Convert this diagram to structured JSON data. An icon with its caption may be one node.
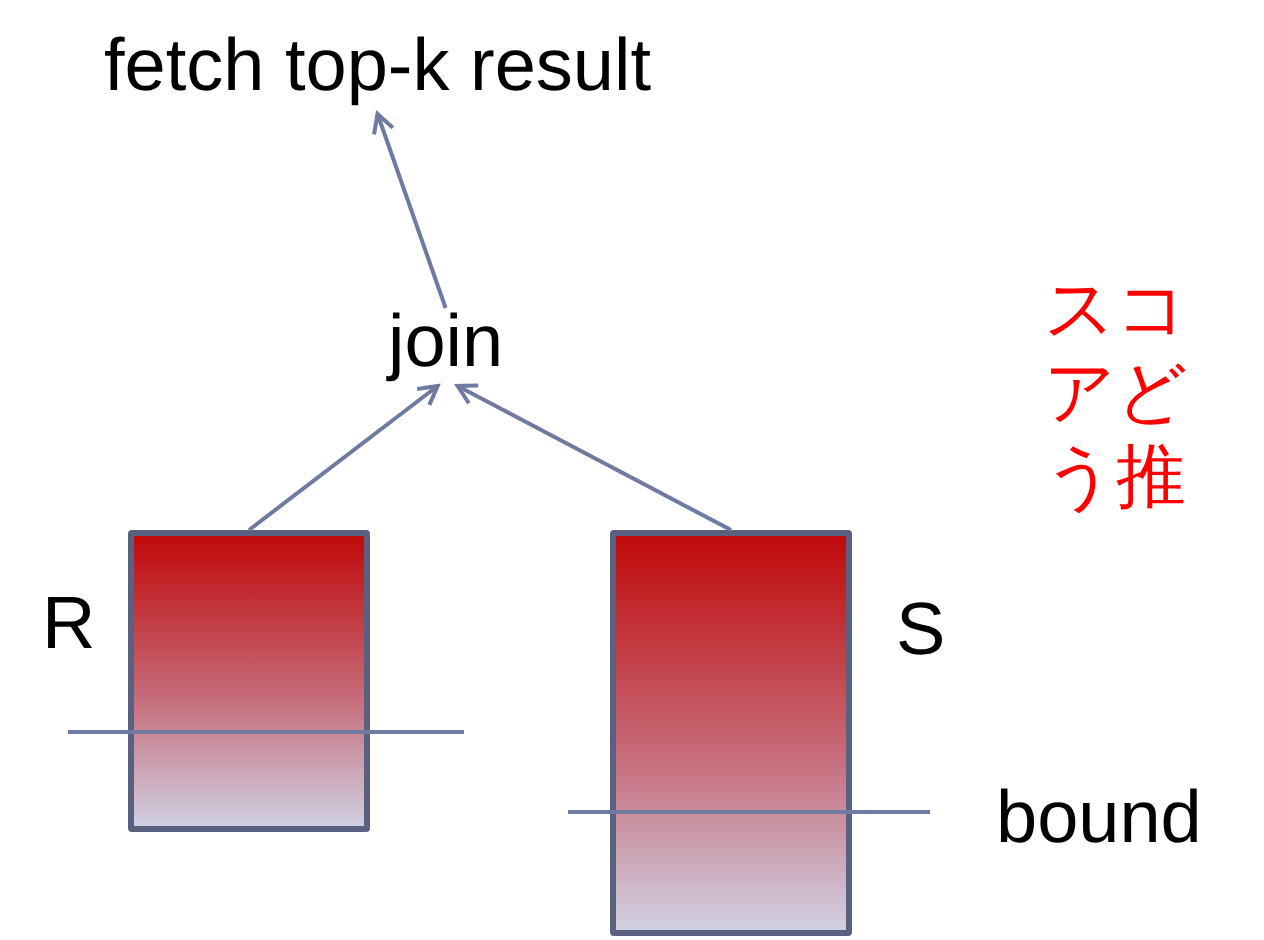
{
  "diagram": {
    "nodes": [
      {
        "text": [
          "fetch top-k result"
        ]
      },
      {
        "text": [
          "join"
        ]
      },
      {
        "text": [
          "R"
        ]
      },
      {
        "text": [
          "S"
        ]
      }
    ],
    "edges": [
      {
        "from": 1,
        "to": 0,
        "arrow": "to"
      },
      {
        "from": 2,
        "to": 1,
        "arrow": "to"
      },
      {
        "from": 3,
        "to": 1,
        "arrow": "to"
      }
    ],
    "labels": [
      "スコアどう推",
      "bound"
    ]
  }
}
